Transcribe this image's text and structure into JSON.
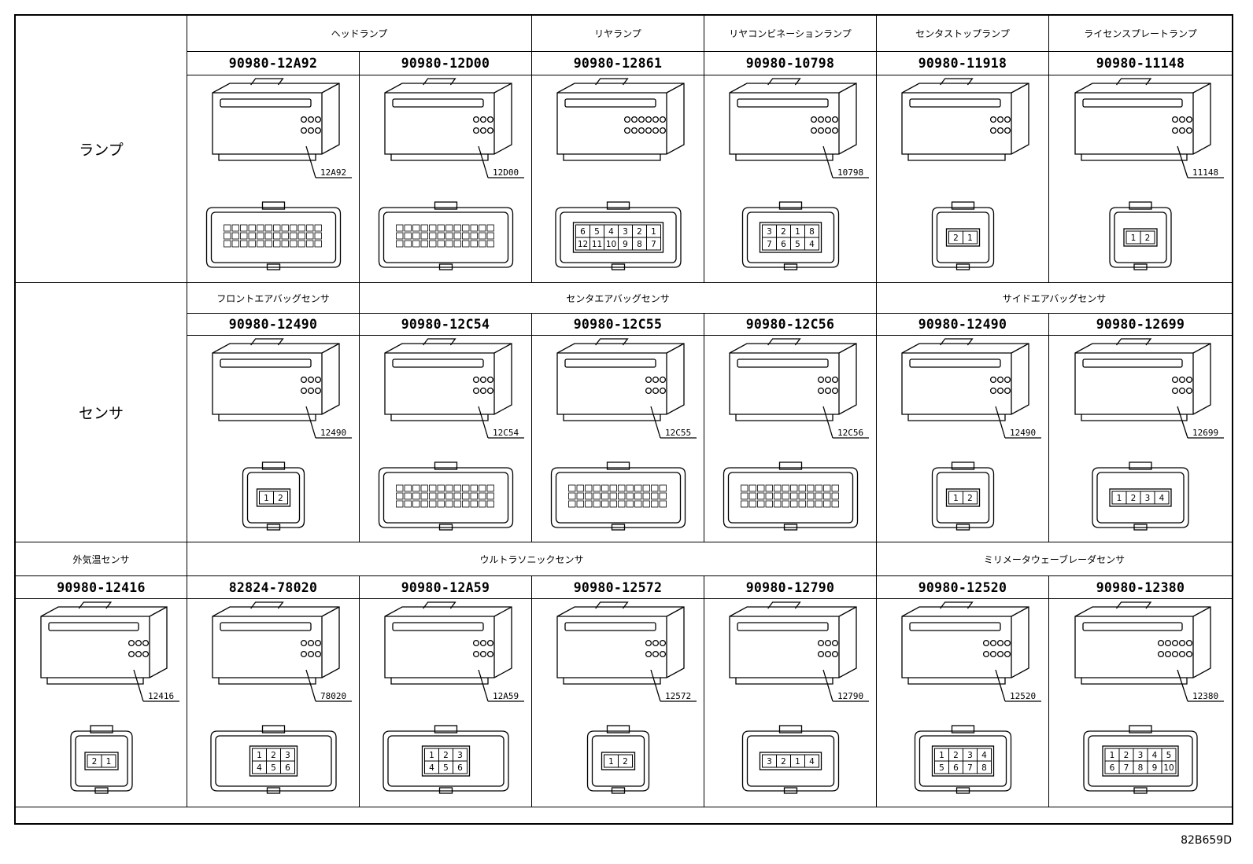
{
  "sections": [
    {
      "category": "ランプ",
      "groups": [
        {
          "label": "ヘッドランプ",
          "cols": [
            1,
            2
          ]
        },
        {
          "label": "リヤランプ",
          "cols": [
            3,
            3
          ]
        },
        {
          "label": "リヤコンビネーションランプ",
          "cols": [
            4,
            4
          ]
        },
        {
          "label": "センタストップランプ",
          "cols": [
            5,
            5
          ]
        },
        {
          "label": "ライセンスプレートランプ",
          "cols": [
            6,
            6
          ]
        }
      ],
      "parts": [
        {
          "col": 1,
          "number": "90980-12A92",
          "callout": "12A92",
          "pins": []
        },
        {
          "col": 2,
          "number": "90980-12D00",
          "callout": "12D00",
          "pins": []
        },
        {
          "col": 3,
          "number": "90980-12861",
          "callout": "",
          "pins": [
            "6",
            "5",
            "4",
            "3",
            "2",
            "1",
            "12",
            "11",
            "10",
            "9",
            "8",
            "7"
          ]
        },
        {
          "col": 4,
          "number": "90980-10798",
          "callout": "10798",
          "pins": [
            "3",
            "2",
            "1",
            "8",
            "7",
            "6",
            "5",
            "4"
          ]
        },
        {
          "col": 5,
          "number": "90980-11918",
          "callout": "",
          "pins": [
            "2",
            "1"
          ]
        },
        {
          "col": 6,
          "number": "90980-11148",
          "callout": "11148",
          "pins": [
            "1",
            "2"
          ]
        }
      ]
    },
    {
      "category": "センサ",
      "groups": [
        {
          "label": "フロントエアバッグセンサ",
          "cols": [
            1,
            1
          ]
        },
        {
          "label": "センタエアバッグセンサ",
          "cols": [
            2,
            4
          ]
        },
        {
          "label": "サイドエアバッグセンサ",
          "cols": [
            5,
            6
          ]
        }
      ],
      "parts": [
        {
          "col": 1,
          "number": "90980-12490",
          "callout": "12490",
          "pins": [
            "1",
            "2"
          ]
        },
        {
          "col": 2,
          "number": "90980-12C54",
          "callout": "12C54",
          "pins": []
        },
        {
          "col": 3,
          "number": "90980-12C55",
          "callout": "12C55",
          "pins": []
        },
        {
          "col": 4,
          "number": "90980-12C56",
          "callout": "12C56",
          "pins": []
        },
        {
          "col": 5,
          "number": "90980-12490",
          "callout": "12490",
          "pins": [
            "1",
            "2"
          ]
        },
        {
          "col": 6,
          "number": "90980-12699",
          "callout": "12699",
          "pins": [
            "1",
            "2",
            "3",
            "4"
          ]
        }
      ]
    },
    {
      "category": "",
      "groups": [
        {
          "label": "外気温センサ",
          "cols": [
            0,
            0
          ]
        },
        {
          "label": "ウルトラソニックセンサ",
          "cols": [
            1,
            4
          ]
        },
        {
          "label": "ミリメータウェーブレーダセンサ",
          "cols": [
            5,
            6
          ]
        }
      ],
      "parts": [
        {
          "col": 0,
          "number": "90980-12416",
          "callout": "12416",
          "pins": [
            "2",
            "1"
          ]
        },
        {
          "col": 1,
          "number": "82824-78020",
          "callout": "78020",
          "pins": [
            "1",
            "2",
            "3",
            "4",
            "5",
            "6"
          ]
        },
        {
          "col": 2,
          "number": "90980-12A59",
          "callout": "12A59",
          "pins": [
            "1",
            "2",
            "3",
            "4",
            "5",
            "6"
          ]
        },
        {
          "col": 3,
          "number": "90980-12572",
          "callout": "12572",
          "pins": [
            "1",
            "2"
          ]
        },
        {
          "col": 4,
          "number": "90980-12790",
          "callout": "12790",
          "pins": [
            "3",
            "2",
            "1",
            "4"
          ]
        },
        {
          "col": 5,
          "number": "90980-12520",
          "callout": "12520",
          "pins": [
            "1",
            "2",
            "3",
            "4",
            "5",
            "6",
            "7",
            "8"
          ]
        },
        {
          "col": 6,
          "number": "90980-12380",
          "callout": "12380",
          "pins": [
            "1",
            "2",
            "3",
            "4",
            "5",
            "6",
            "7",
            "8",
            "9",
            "10"
          ]
        }
      ]
    }
  ],
  "figure_code": "82B659D"
}
